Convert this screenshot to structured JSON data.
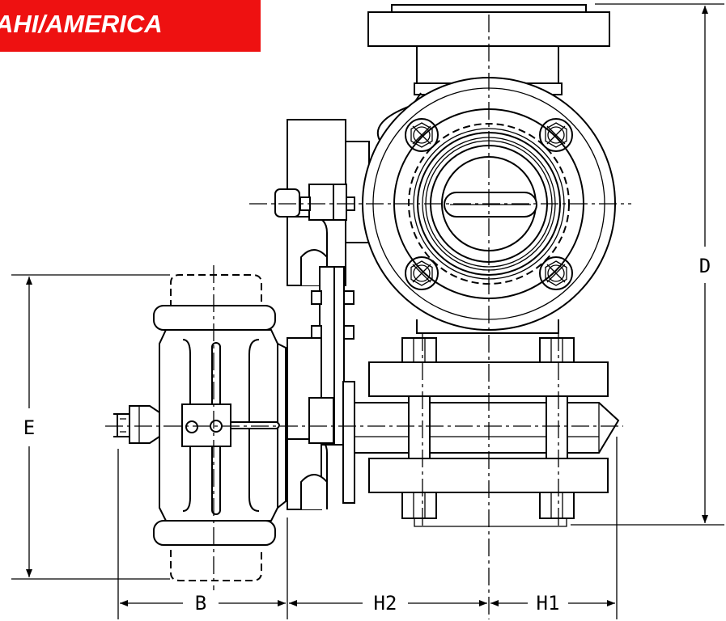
{
  "banner": {
    "text": "AHI/AMERICA",
    "color": "#ee1111"
  },
  "dimensions": {
    "d": "D",
    "e": "E",
    "b": "B",
    "h2": "H2",
    "h1": "H1"
  }
}
